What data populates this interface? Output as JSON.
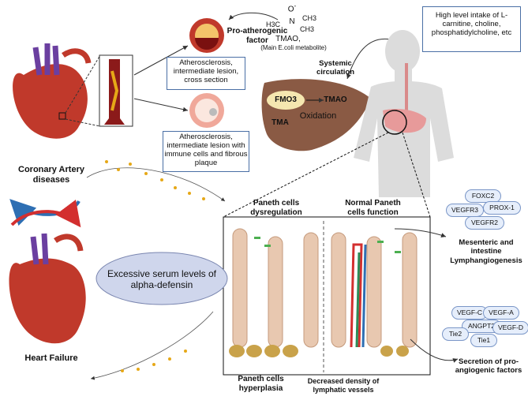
{
  "chemical": {
    "o_minus": "O",
    "charge": "-",
    "n_plus": "N",
    "ch3_left": "H3C",
    "ch3_right_top": "CH3",
    "ch3_right_bottom": "CH3",
    "label": "TMAO,",
    "sublabel": "(Main E.coli metabolite)"
  },
  "labels": {
    "pro_atherogenic": "Pro-atherogenic factor",
    "systemic_circulation": "Systemic circulation",
    "fmo3": "FMO3",
    "tmao": "TMAO",
    "tma": "TMA",
    "oxidation": "Oxidation",
    "coronary": "Coronary Artery diseases",
    "heart_failure": "Heart Failure",
    "paneth_dysregulation": "Paneth cells dysregulation",
    "normal_paneth": "Normal Paneth cells function",
    "paneth_hyperplasia": "Paneth cells hyperplasia",
    "decreased_density": "Decreased density of lymphatic vessels",
    "mesenteric": "Mesenteric and intestine Lymphangiogenesis",
    "secretion": "Secretion of pro-angiogenic factors",
    "alpha_defensin": "Excessive serum levels of alpha-defensin"
  },
  "boxes": {
    "high_intake": "High level intake of L-carnitine, choline, phosphatidylcholine, etc",
    "athero_cross": "Atherosclerosis, intermediate lesion, cross section",
    "athero_immune": "Atherosclerosis, intermediate lesion with immune cells and fibrous plaque"
  },
  "lymph_factors": [
    "FOXC2",
    "VEGFR3",
    "PROX-1",
    "VEGFR2"
  ],
  "angio_factors": [
    "VEGF-C",
    "VEGF-A",
    "ANGPT2",
    "VEGF-D",
    "Tie2",
    "Tie1"
  ],
  "colors": {
    "box_border": "#4a6fa5",
    "ellipse_fill": "#cfd6ec",
    "liver": "#8a5a44",
    "heart": "#c0392b",
    "arrow_blue": "#2e6fb3",
    "arrow_red": "#d32f2f"
  }
}
